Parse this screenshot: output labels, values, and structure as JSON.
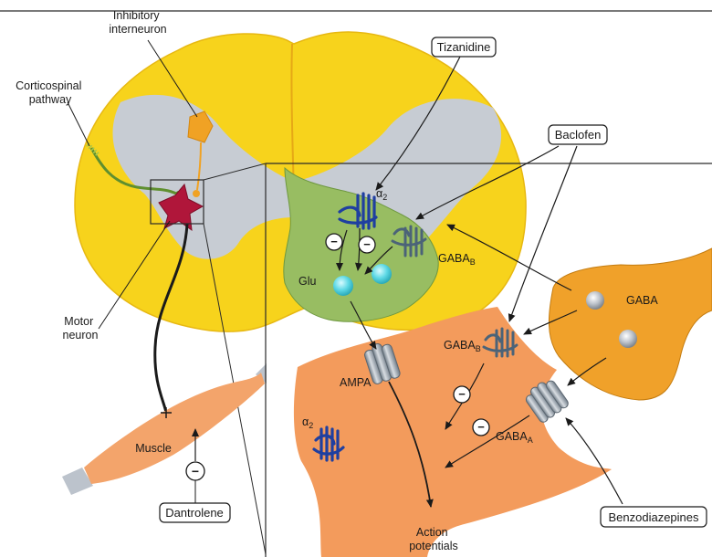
{
  "labels": {
    "inhibitory_interneuron": [
      "Inhibitory",
      "interneuron"
    ],
    "corticospinal_pathway": [
      "Corticospinal",
      "pathway"
    ],
    "motor_neuron": [
      "Motor",
      "neuron"
    ],
    "muscle": "Muscle",
    "glu": "Glu",
    "gaba_neuron": "GABA",
    "ampa": "AMPA",
    "action_potentials": [
      "Action",
      "potentials"
    ],
    "alpha2_receptor_top": "α",
    "alpha2_receptor_top_sub": "2",
    "alpha2_receptor_post": "α",
    "alpha2_receptor_post_sub": "2",
    "gabab_presynaptic": "GABA",
    "gabab_presynaptic_sub": "B",
    "gabab_postsynaptic": "GABA",
    "gabab_postsynaptic_sub": "B",
    "gabaa_postsynaptic": "GABA",
    "gabaa_postsynaptic_sub": "A",
    "inhibit_symbol": "−"
  },
  "drugs": {
    "tizanidine": "Tizanidine",
    "baclofen": "Baclofen",
    "benzodiazepines": "Benzodiazepines",
    "dantrolene": "Dantrolene"
  },
  "colors": {
    "spinal_cord_white_matter": "#f7d31c",
    "gray_matter": "#c7ccd3",
    "interneuron": "#f0a224",
    "motor_neuron": "#b0163a",
    "presynaptic_glu_terminal": "#98bd62",
    "postsynaptic_neuron": "#f39b5c",
    "gaba_terminal": "#f0a12a",
    "muscle": "#f3a46b",
    "alpha2_receptor": "#1f3fa0",
    "gaba_receptor": "#4b6378",
    "glu_vesicle": "#5fd9e6",
    "gaba_vesicle": "#b9bec6"
  }
}
